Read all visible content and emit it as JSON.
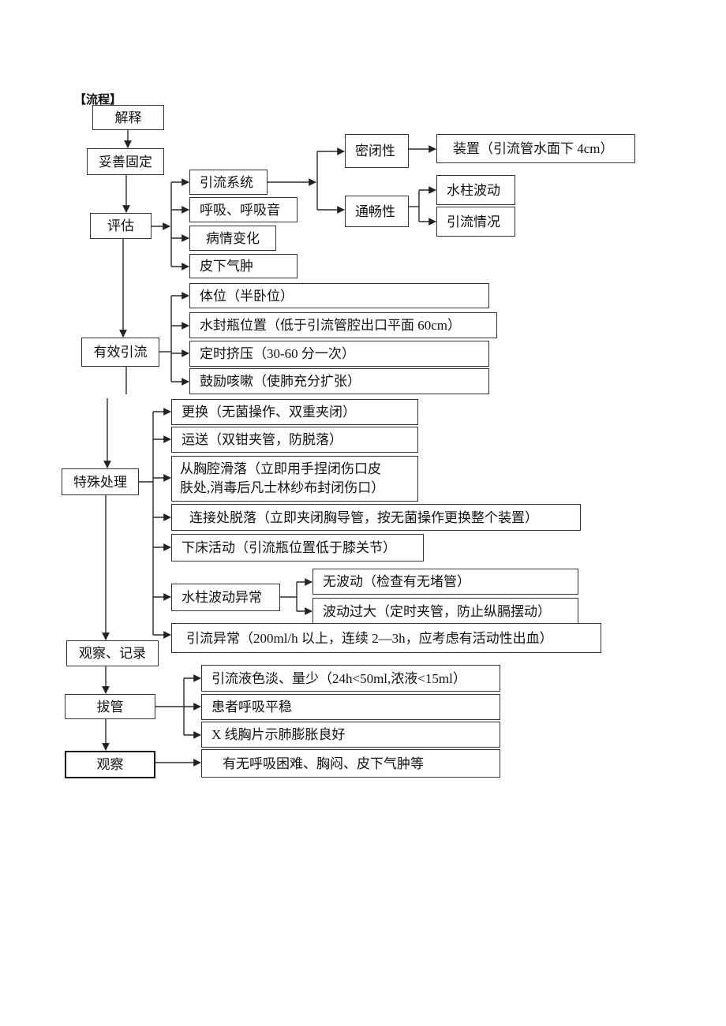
{
  "heading": "【流程】",
  "main": {
    "explain": "解释",
    "secure": "妥善固定",
    "assess": "评估",
    "drain": "有效引流",
    "special": "特殊处理",
    "observe_record": "观察、记录",
    "extubate": "拔管",
    "observe": "观察"
  },
  "assess": {
    "system": "引流系统",
    "breathing": "呼吸、呼吸音",
    "condition": "病情变化",
    "emphysema": "皮下气肿"
  },
  "drain_system": {
    "sealed": "密闭性",
    "patent": "通畅性",
    "device": "装置（引流管水面下 4cm）",
    "water_column": "水柱波动",
    "drainage_status": "引流情况"
  },
  "effective": [
    "体位（半卧位）",
    "水封瓶位置（低于引流管腔出口平面 60cm）",
    "定时挤压（30-60 分一次）",
    "鼓励咳嗽（使肺充分扩张）"
  ],
  "special": {
    "replace": "更换（无菌操作、双重夹闭）",
    "transport": "运送（双钳夹管，防脱落）",
    "dislodge_line1": "从胸腔滑落（立即用手捏闭伤口皮",
    "dislodge_line2": "肤处,消毒后凡士林纱布封闭伤口）",
    "connector_off": "连接处脱落（立即夹闭胸导管，按无菌操作更换整个装置）",
    "ambulation": "下床活动（引流瓶位置低于膝关节）",
    "abnormal_column": "水柱波动异常",
    "no_fluctuation": "无波动（检查有无堵管）",
    "excess_fluctuation": "波动过大（定时夹管，防止纵膈摆动）",
    "abnormal_drainage": "引流异常（200ml/h 以上，连续 2—3h，应考虑有活动性出血）"
  },
  "extubation": {
    "criteria": [
      "引流液色淡、量少（24h<50ml,浓液<15ml）",
      "患者呼吸平稳",
      "X 线胸片示肺膨胀良好"
    ],
    "observe_detail": "有无呼吸困难、胸闷、皮下气肿等"
  }
}
